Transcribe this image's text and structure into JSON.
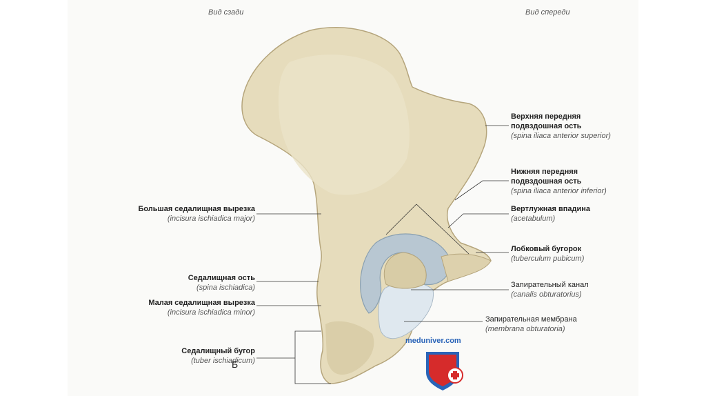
{
  "views": {
    "posterior": "Вид сзади",
    "anterior": "Вид спереди"
  },
  "labels": [
    {
      "id": "asis",
      "ru": "Верхняя передняя подвздошная ость",
      "ru_lines": [
        "Верхняя передняя",
        "подвздошная ость"
      ],
      "lat": "(spina iliaca anterior superior)",
      "bold": true
    },
    {
      "id": "aiis",
      "ru": "Нижняя передняя подвздошная ость",
      "ru_lines": [
        "Нижняя передняя",
        "подвздошная ость"
      ],
      "lat": "(spina iliaca anterior inferior)",
      "bold": true
    },
    {
      "id": "acetabulum",
      "ru": "Вертлужная впадина",
      "ru_lines": [
        "Вертлужная впадина"
      ],
      "lat": "(acetabulum)",
      "bold": true
    },
    {
      "id": "pubic-tubercle",
      "ru": "Лобковый бугорок",
      "ru_lines": [
        "Лобковый бугорок"
      ],
      "lat": "(tuberculum pubicum)",
      "bold": true
    },
    {
      "id": "obturator-canal",
      "ru": "Запирательный канал",
      "ru_lines": [
        "Запирательный канал"
      ],
      "lat": "(canalis obturatorius)",
      "bold": false
    },
    {
      "id": "obturator-membrane",
      "ru": "Запирательная мембрана",
      "ru_lines": [
        "Запирательная мембрана"
      ],
      "lat": "(membrana obturatoria)",
      "bold": false
    },
    {
      "id": "greater-sciatic-notch",
      "ru": "Большая седалищная вырезка",
      "ru_lines": [
        "Большая седалищная вырезка"
      ],
      "lat": "(incisura ischiadica major)",
      "bold": true
    },
    {
      "id": "ischial-spine",
      "ru": "Седалищная ость",
      "ru_lines": [
        "Седалищная ость"
      ],
      "lat": "(spina ischiadica)",
      "bold": true
    },
    {
      "id": "lesser-sciatic-notch",
      "ru": "Малая седалищная вырезка",
      "ru_lines": [
        "Малая седалищная вырезка"
      ],
      "lat": "(incisura ischiadica minor)",
      "bold": true
    },
    {
      "id": "ischial-tuberosity",
      "ru": "Седалищный бугор",
      "ru_lines": [
        "Седалищный бугор"
      ],
      "lat": "(tuber ischiadicum)",
      "bold": true
    }
  ],
  "panel_letter": "Б",
  "watermark": "meduniver.com",
  "colors": {
    "bone": "#e6dcbc",
    "bone_shade": "#cfc29c",
    "bone_outline": "#b5a57c",
    "cartilage": "#b8c7d2",
    "membrane": "#dfe8ef",
    "leader": "#333333",
    "watermark_blue": "#2a64b8",
    "shield_red": "#d62b2b"
  }
}
